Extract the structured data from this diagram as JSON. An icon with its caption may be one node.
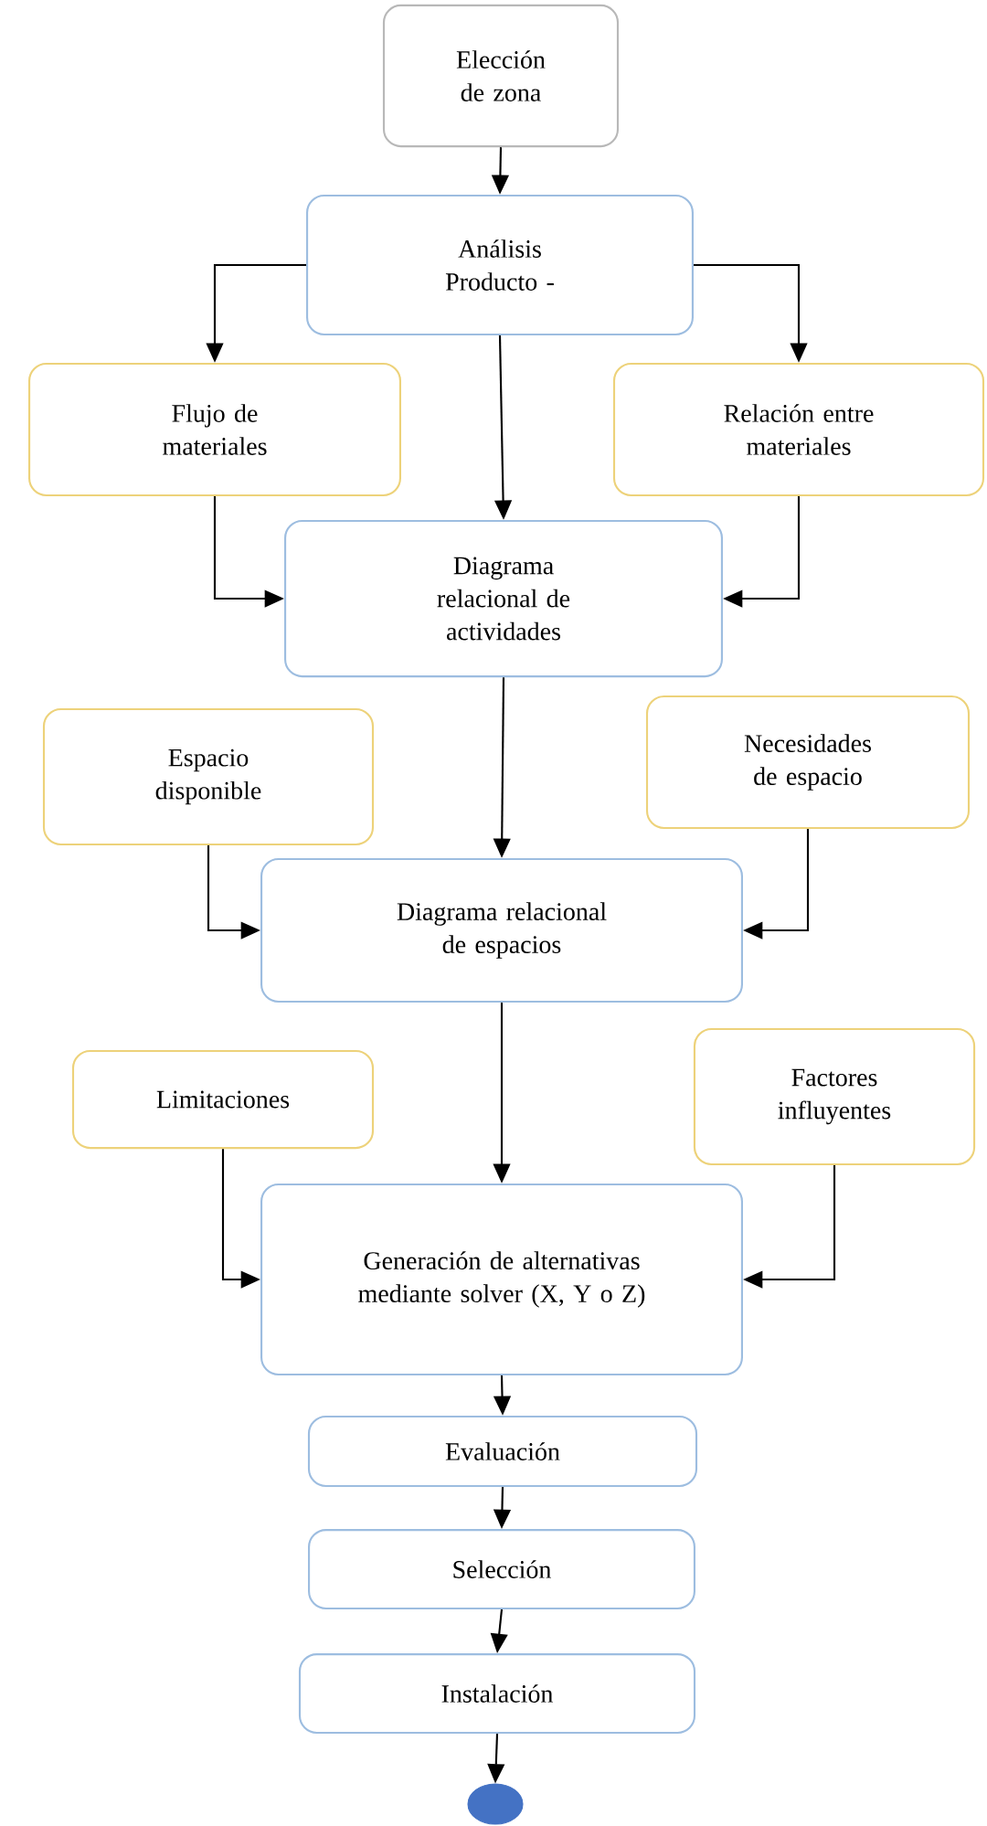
{
  "diagram": {
    "nodes": [
      {
        "text": [
          "Elección de zona"
        ]
      },
      {
        "text": [
          "Análisis Producto -"
        ]
      },
      {
        "text": [
          "Flujo de materiales"
        ]
      },
      {
        "text": [
          "Relación entre materiales"
        ]
      },
      {
        "text": [
          "Diagrama relacional de actividades"
        ]
      },
      {
        "text": [
          "Espacio disponible"
        ]
      },
      {
        "text": [
          "Necesidades de espacio"
        ]
      },
      {
        "text": [
          "Diagrama relacional de espacios"
        ]
      },
      {
        "text": [
          "Limitaciones"
        ]
      },
      {
        "text": [
          "Factores influyentes"
        ]
      },
      {
        "text": [
          "Generación de alternativas mediante solver (X, Y o Z)"
        ]
      },
      {
        "text": [
          "Evaluación"
        ]
      },
      {
        "text": [
          "Selección"
        ]
      },
      {
        "text": [
          "Instalación"
        ]
      },
      {
        "text": [],
        "shape": "circle"
      }
    ],
    "edges": [
      {
        "from": 0,
        "to": 1,
        "arrow": "to"
      },
      {
        "from": 1,
        "to": 2,
        "arrow": "to"
      },
      {
        "from": 1,
        "to": 3,
        "arrow": "to"
      },
      {
        "from": 1,
        "to": 4,
        "arrow": "to"
      },
      {
        "from": 2,
        "to": 4,
        "arrow": "to"
      },
      {
        "from": 3,
        "to": 4,
        "arrow": "to"
      },
      {
        "from": 4,
        "to": 7,
        "arrow": "to"
      },
      {
        "from": 5,
        "to": 7,
        "arrow": "to"
      },
      {
        "from": 6,
        "to": 7,
        "arrow": "to"
      },
      {
        "from": 7,
        "to": 10,
        "arrow": "to"
      },
      {
        "from": 8,
        "to": 10,
        "arrow": "to"
      },
      {
        "from": 9,
        "to": 10,
        "arrow": "to"
      },
      {
        "from": 10,
        "to": 11,
        "arrow": "to"
      },
      {
        "from": 11,
        "to": 12,
        "arrow": "to"
      },
      {
        "from": 12,
        "to": 13,
        "arrow": "to"
      },
      {
        "from": 13,
        "to": 14,
        "arrow": "to"
      }
    ]
  }
}
